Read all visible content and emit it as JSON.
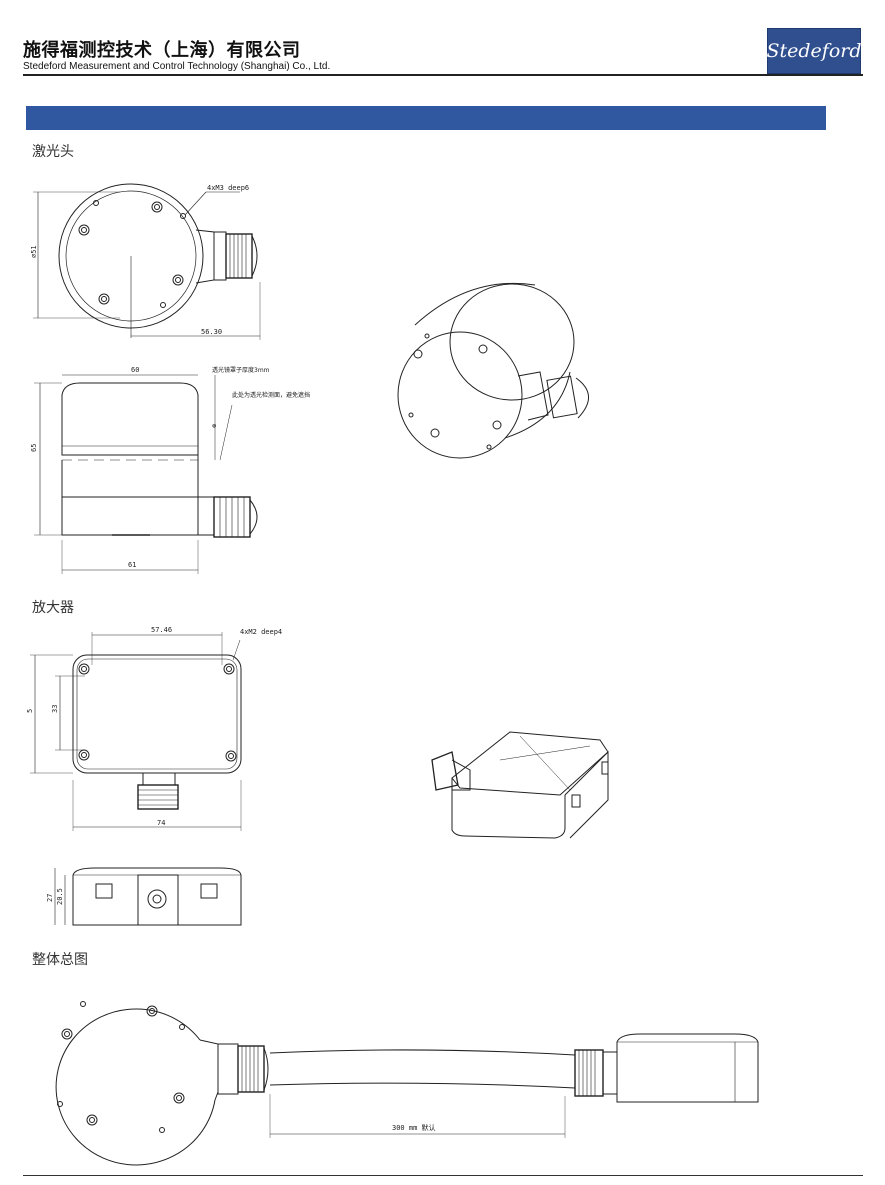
{
  "header": {
    "company_cn": "施得福测控技术（上海）有限公司",
    "company_en": "Stedeford Measurement and Control Technology (Shanghai) Co., Ltd.",
    "logo_text": "Stedeford"
  },
  "sections": {
    "laser_head": "激光头",
    "amplifier": "放大器",
    "overall": "整体总图"
  },
  "laser_head_dims": {
    "hole_note": "4xM3 deep6",
    "diameter": "⌀51",
    "width_with_connector": "56.30",
    "top_width": "60",
    "window_note": "透光镜罩子厚度3mm",
    "surface_note": "此处为透光检测面，避免遮挡",
    "height": "65",
    "bottom_width": "61",
    "mark": "⊗"
  },
  "amplifier_dims": {
    "hole_spacing": "57.46",
    "hole_note": "4xM2 deep4",
    "outer_height": "5",
    "inner_height": "33",
    "width": "74",
    "side_height": "27",
    "side_inner": "20.5"
  },
  "overall_dims": {
    "cable_length": "300 mm 默认"
  }
}
